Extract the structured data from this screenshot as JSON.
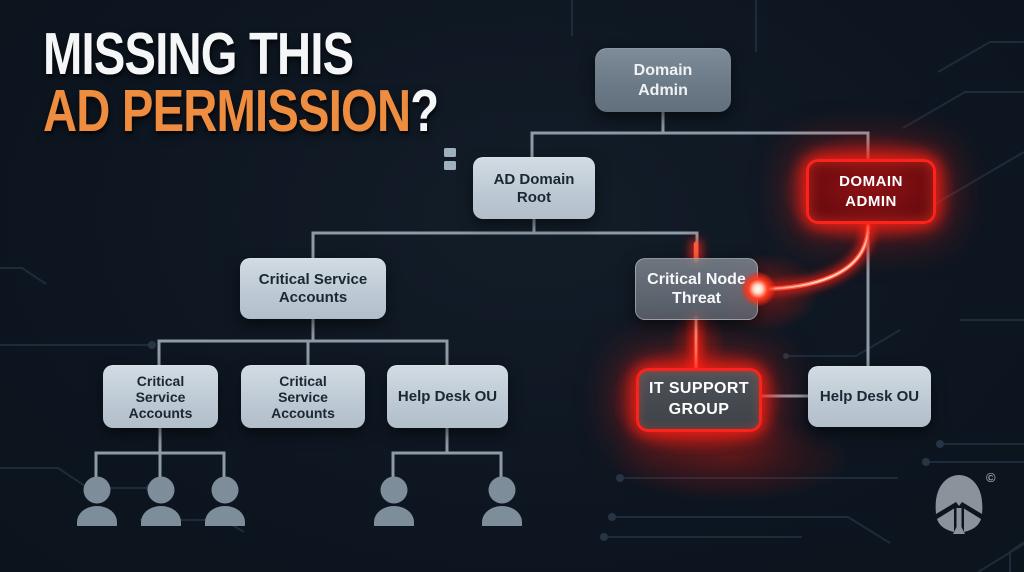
{
  "title": {
    "line1": "MISSING THIS",
    "line2": "AD PERMISSION",
    "qmark": "?"
  },
  "nodes": {
    "domain_admin": {
      "label": "Domain Admin"
    },
    "ad_domain_root": {
      "label": "AD Domain Root"
    },
    "critical_service_parent": {
      "label": "Critical Service Accounts"
    },
    "critical_service_child_1": {
      "label": "Critical Service Accounts"
    },
    "critical_service_child_2": {
      "label": "Critical Service Accounts"
    },
    "help_desk_ou_left": {
      "label": "Help Desk OU"
    },
    "critical_node_threat": {
      "label": "Critical Node Threat"
    },
    "domain_admin_threat": {
      "label": "DOMAIN ADMIN"
    },
    "it_support_group": {
      "label": "IT SUPPORT GROUP"
    },
    "help_desk_ou_right": {
      "label": "Help Desk OU"
    }
  },
  "icons": {
    "users": "person-silhouette",
    "logo": "spartan-helmet"
  },
  "logo": {
    "copyright": "©"
  },
  "colors": {
    "background": "#0e1722",
    "accent_orange": "#ee8c40",
    "threat_red": "#ff211b",
    "box_light": "#bcc8d3",
    "box_slate": "#6b7987",
    "connector_gray": "#8e9aa6"
  }
}
